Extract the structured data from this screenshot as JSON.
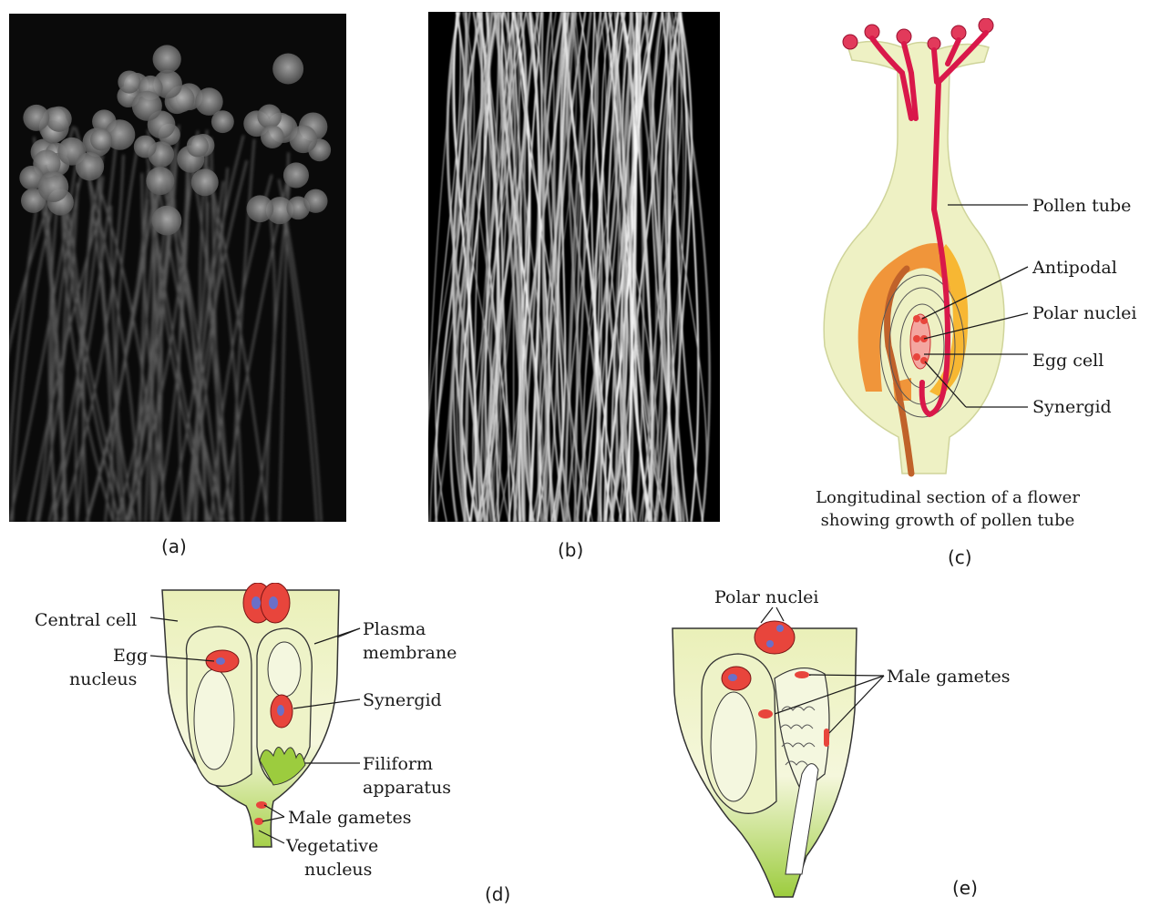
{
  "panels": {
    "a": {
      "label": "(a)"
    },
    "b": {
      "label": "(b)"
    },
    "c": {
      "label": "(c)",
      "caption_line1": "Longitudinal section of a flower",
      "caption_line2": "showing growth of pollen tube",
      "labels": {
        "pollen_tube": "Pollen tube",
        "antipodal": "Antipodal",
        "polar_nuclei": "Polar nuclei",
        "egg_cell": "Egg cell",
        "synergid": "Synergid"
      }
    },
    "d": {
      "label": "(d)",
      "labels": {
        "central_cell": "Central cell",
        "egg_1": "Egg",
        "egg_2": "nucleus",
        "plasma_1": "Plasma",
        "plasma_2": "membrane",
        "synergid": "Synergid",
        "filiform_1": "Filiform",
        "filiform_2": "apparatus",
        "male_gametes": "Male gametes",
        "veg_1": "Vegetative",
        "veg_2": "nucleus"
      }
    },
    "e": {
      "label": "(e)",
      "labels": {
        "polar_nuclei": "Polar nuclei",
        "male_gametes": "Male gametes"
      }
    }
  },
  "colors": {
    "pistil_fill": "#eef1c4",
    "pollen_tube": "#d9184a",
    "ovule_orange": "#f0953a",
    "nucleus_red": "#e8453c",
    "nucleus_blue": "#6b6fc8",
    "green_base": "#8fc43a"
  }
}
